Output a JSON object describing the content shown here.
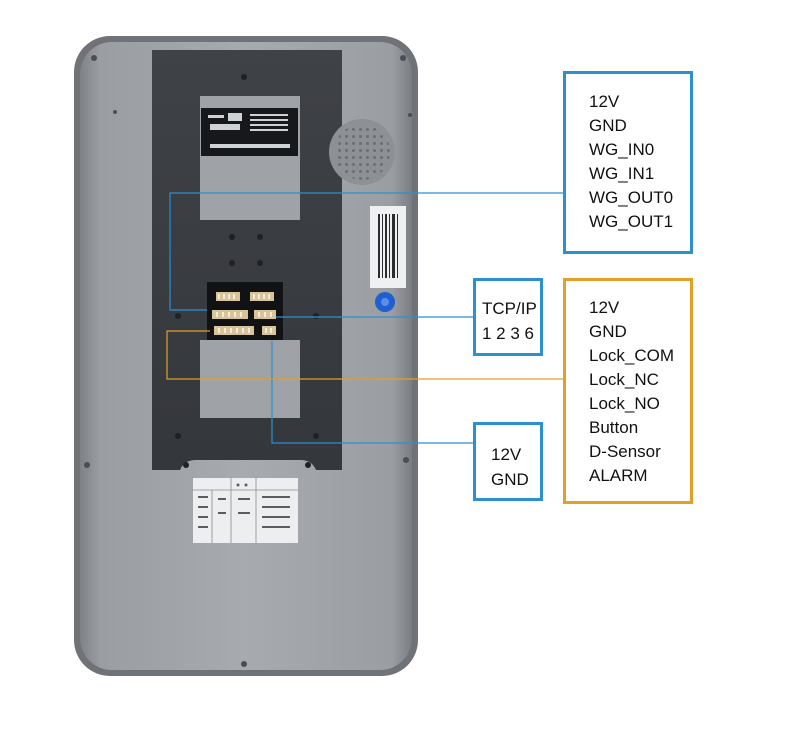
{
  "wiegand_port": {
    "pins": [
      "12V",
      "GND",
      "WG_IN0",
      "WG_IN1",
      "WG_OUT0",
      "WG_OUT1"
    ],
    "color": "#2b8fd0"
  },
  "tcp_port": {
    "label": "TCP/IP",
    "pins": "1 2 3 6",
    "color": "#2b8fd0"
  },
  "power_port": {
    "pins": [
      "12V",
      "GND"
    ],
    "color": "#2b8fd0"
  },
  "lock_port": {
    "pins": [
      "12V",
      "GND",
      "Lock_COM",
      "Lock_NC",
      "Lock_NO",
      "Button",
      "D-Sensor",
      "ALARM"
    ],
    "color": "#e0a02a"
  }
}
